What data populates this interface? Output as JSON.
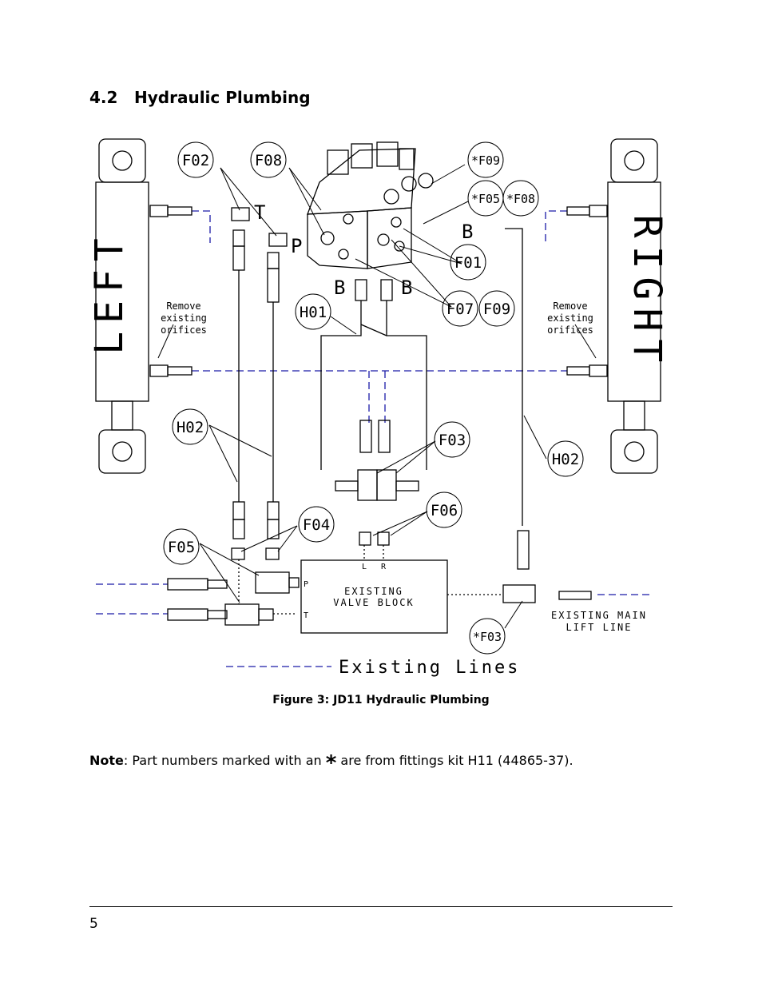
{
  "section": {
    "number": "4.2",
    "title": "Hydraulic Plumbing"
  },
  "figure": {
    "labels": {
      "left": "LEFT",
      "right": "RIGHT",
      "remove_existing_orifices": [
        "Remove",
        "existing",
        "orifices"
      ],
      "F02": "F02",
      "F08": "F08",
      "F09": "*F09",
      "F05s": "*F05",
      "F08s": "*F08",
      "F01": "F01",
      "F07": "F07",
      "F09b": "F09",
      "H01": "H01",
      "H02a": "H02",
      "H02b": "H02",
      "F03": "F03",
      "F06": "F06",
      "F04": "F04",
      "F05": "F05",
      "F03s": "*F03",
      "T": "T",
      "P": "P",
      "B1": "B",
      "B2": "B",
      "B3": "B",
      "L": "L",
      "R": "R",
      "valve_p": "P",
      "valve_t": "T",
      "existing_valve_block": [
        "EXISTING",
        "VALVE BLOCK"
      ],
      "existing_main_lift_line": [
        "EXISTING MAIN",
        "LIFT LINE"
      ],
      "existing_lines": "Existing Lines"
    },
    "caption": "Figure 3: JD11 Hydraulic Plumbing"
  },
  "note": {
    "label": "Note",
    "text_before": ":  Part numbers marked with an ",
    "star": "*",
    "text_after": " are from fittings kit H11 (44865-37)."
  },
  "footer": {
    "page": "5"
  },
  "colors": {
    "existing_line": "#1a1aa8",
    "ink": "#000000"
  }
}
